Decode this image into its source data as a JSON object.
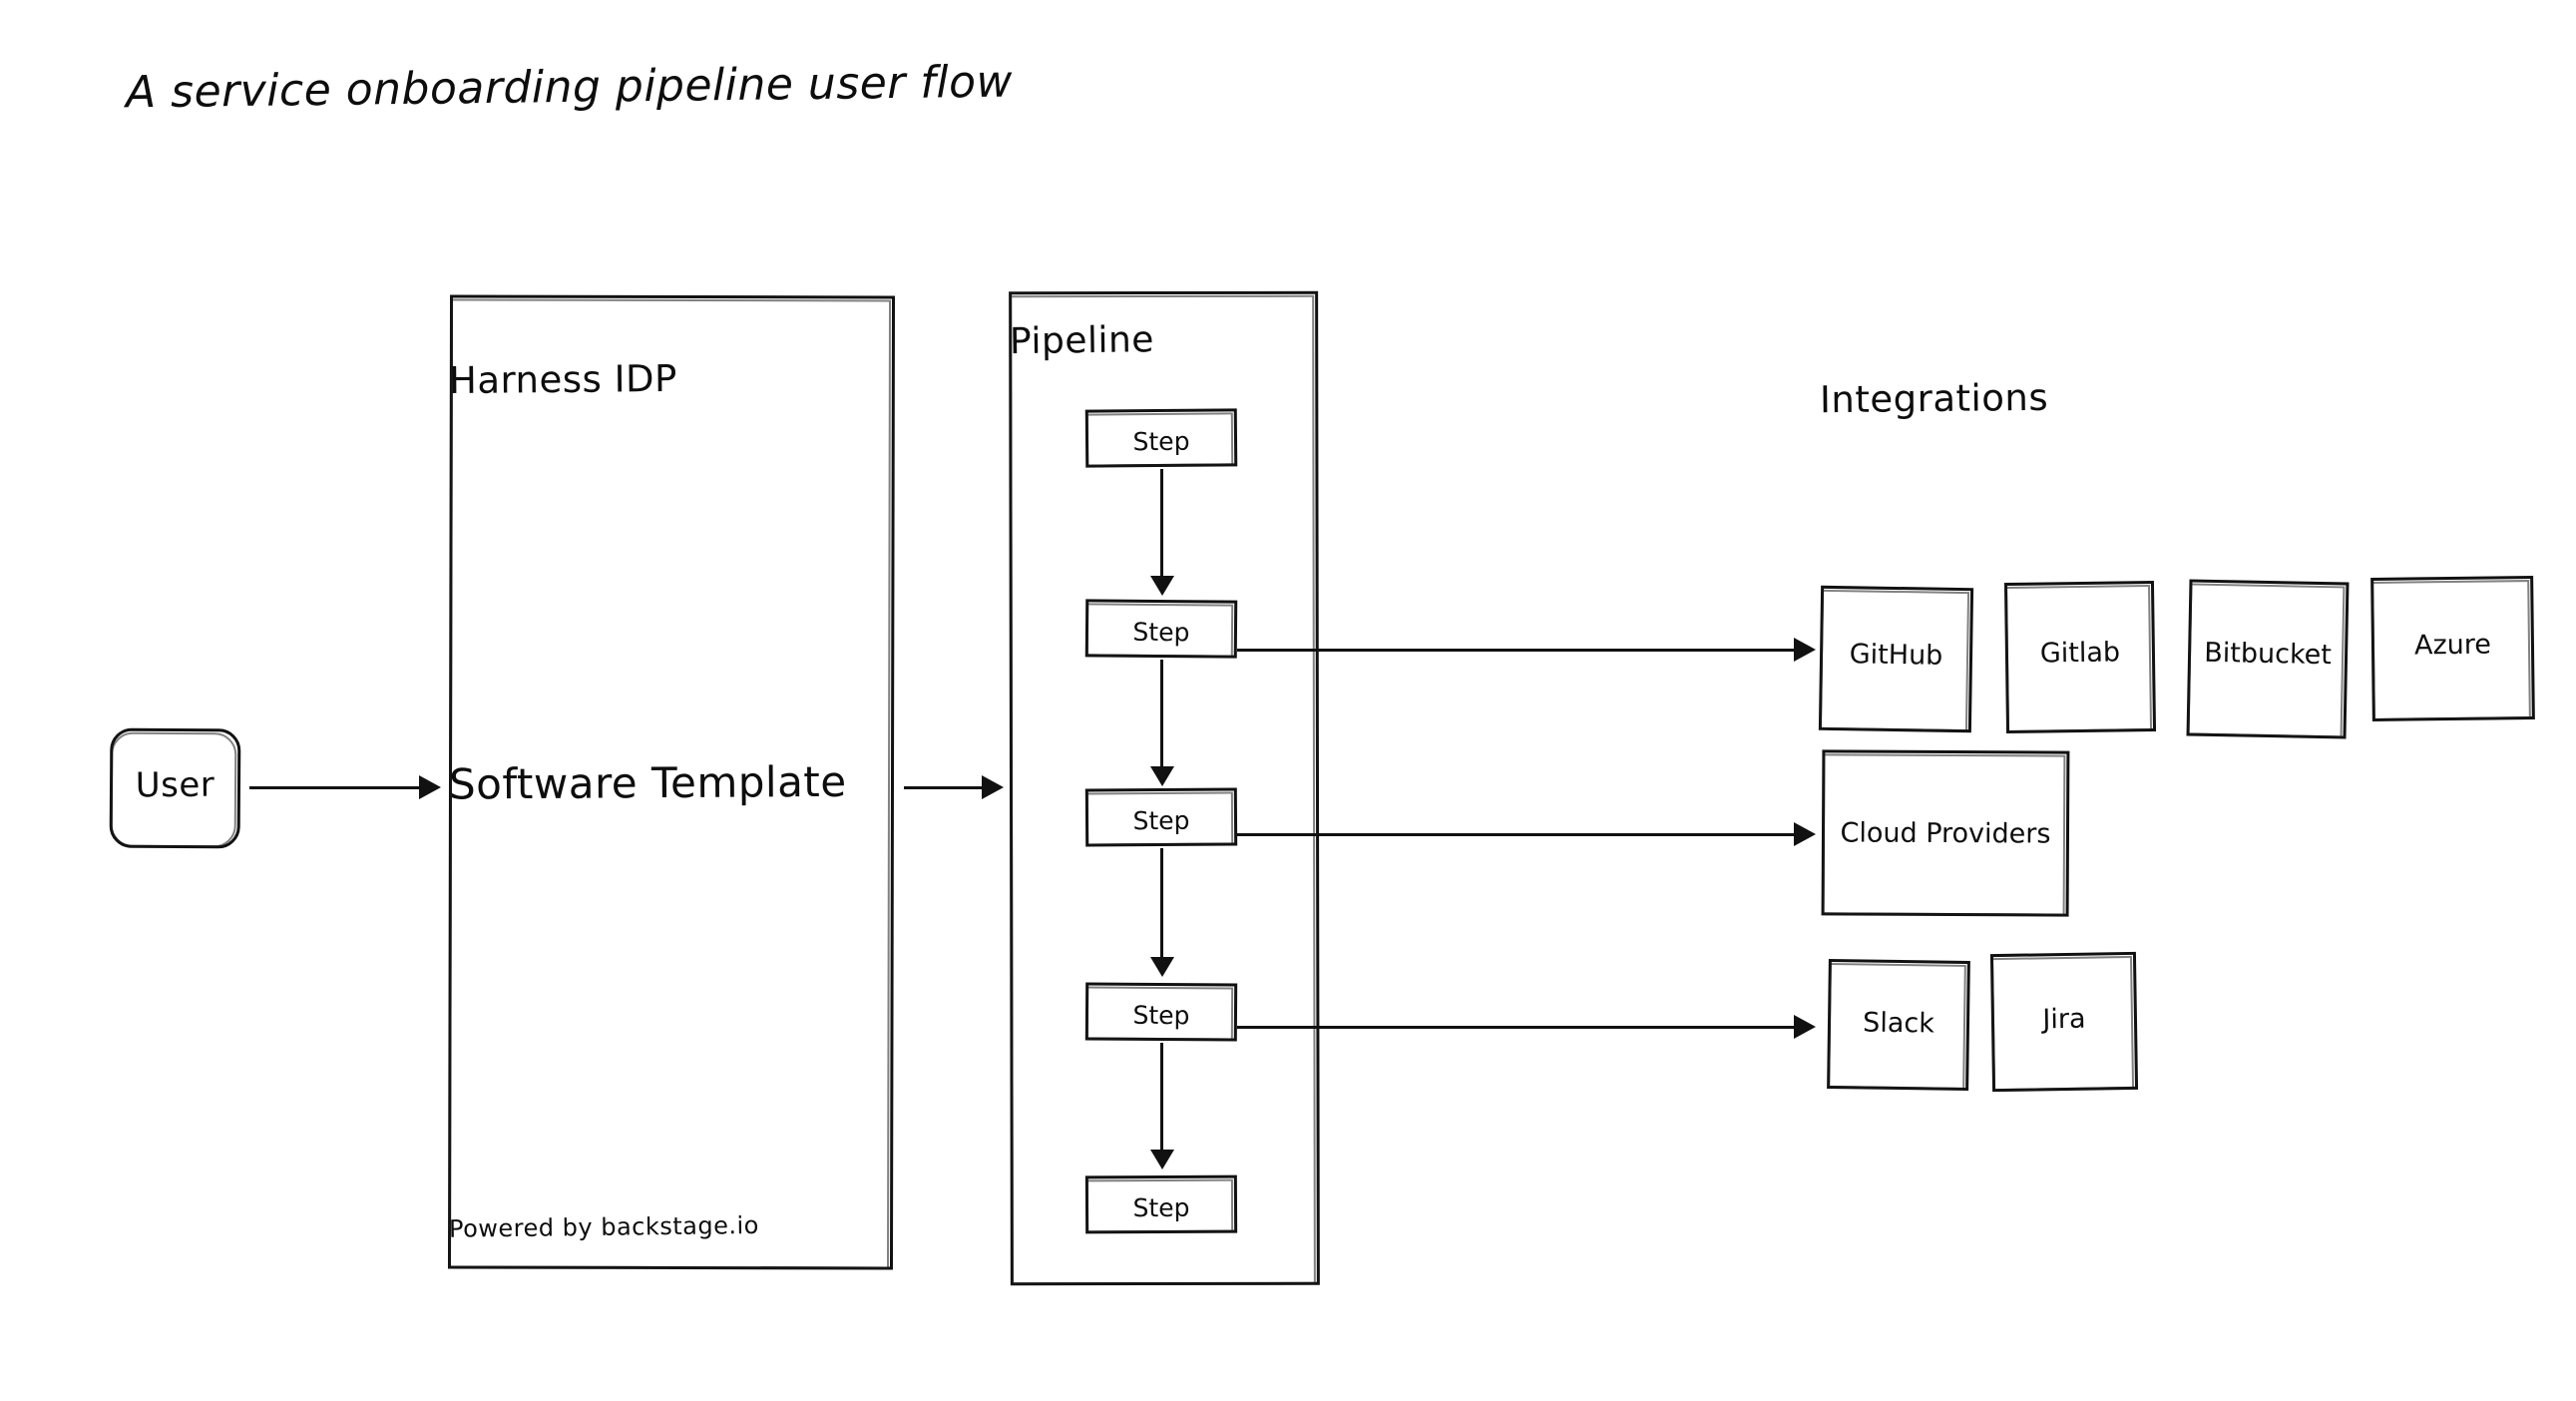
{
  "title": "A service onboarding pipeline user flow",
  "actor": {
    "label": "User"
  },
  "idp": {
    "title": "Harness IDP",
    "main": "Software Template",
    "footer": "Powered by backstage.io"
  },
  "pipeline": {
    "title": "Pipeline",
    "steps": [
      {
        "label": "Step"
      },
      {
        "label": "Step"
      },
      {
        "label": "Step"
      },
      {
        "label": "Step"
      },
      {
        "label": "Step"
      }
    ]
  },
  "integrations": {
    "title": "Integrations",
    "rows": [
      {
        "items": [
          {
            "label": "GitHub"
          },
          {
            "label": "Gitlab"
          },
          {
            "label": "Bitbucket"
          },
          {
            "label": "Azure"
          }
        ]
      },
      {
        "items": [
          {
            "label": "Cloud Providers"
          }
        ]
      },
      {
        "items": [
          {
            "label": "Slack"
          },
          {
            "label": "Jira"
          }
        ]
      }
    ]
  },
  "connections": [
    {
      "from": "User",
      "to": "Software Template"
    },
    {
      "from": "Software Template",
      "to": "Pipeline"
    },
    {
      "from": "Step 2",
      "to": "GitHub"
    },
    {
      "from": "Step 3",
      "to": "Cloud Providers"
    },
    {
      "from": "Step 4",
      "to": "Slack"
    }
  ],
  "colors": {
    "stroke": "#111111",
    "background": "#ffffff",
    "text": "#0d0d0d"
  }
}
